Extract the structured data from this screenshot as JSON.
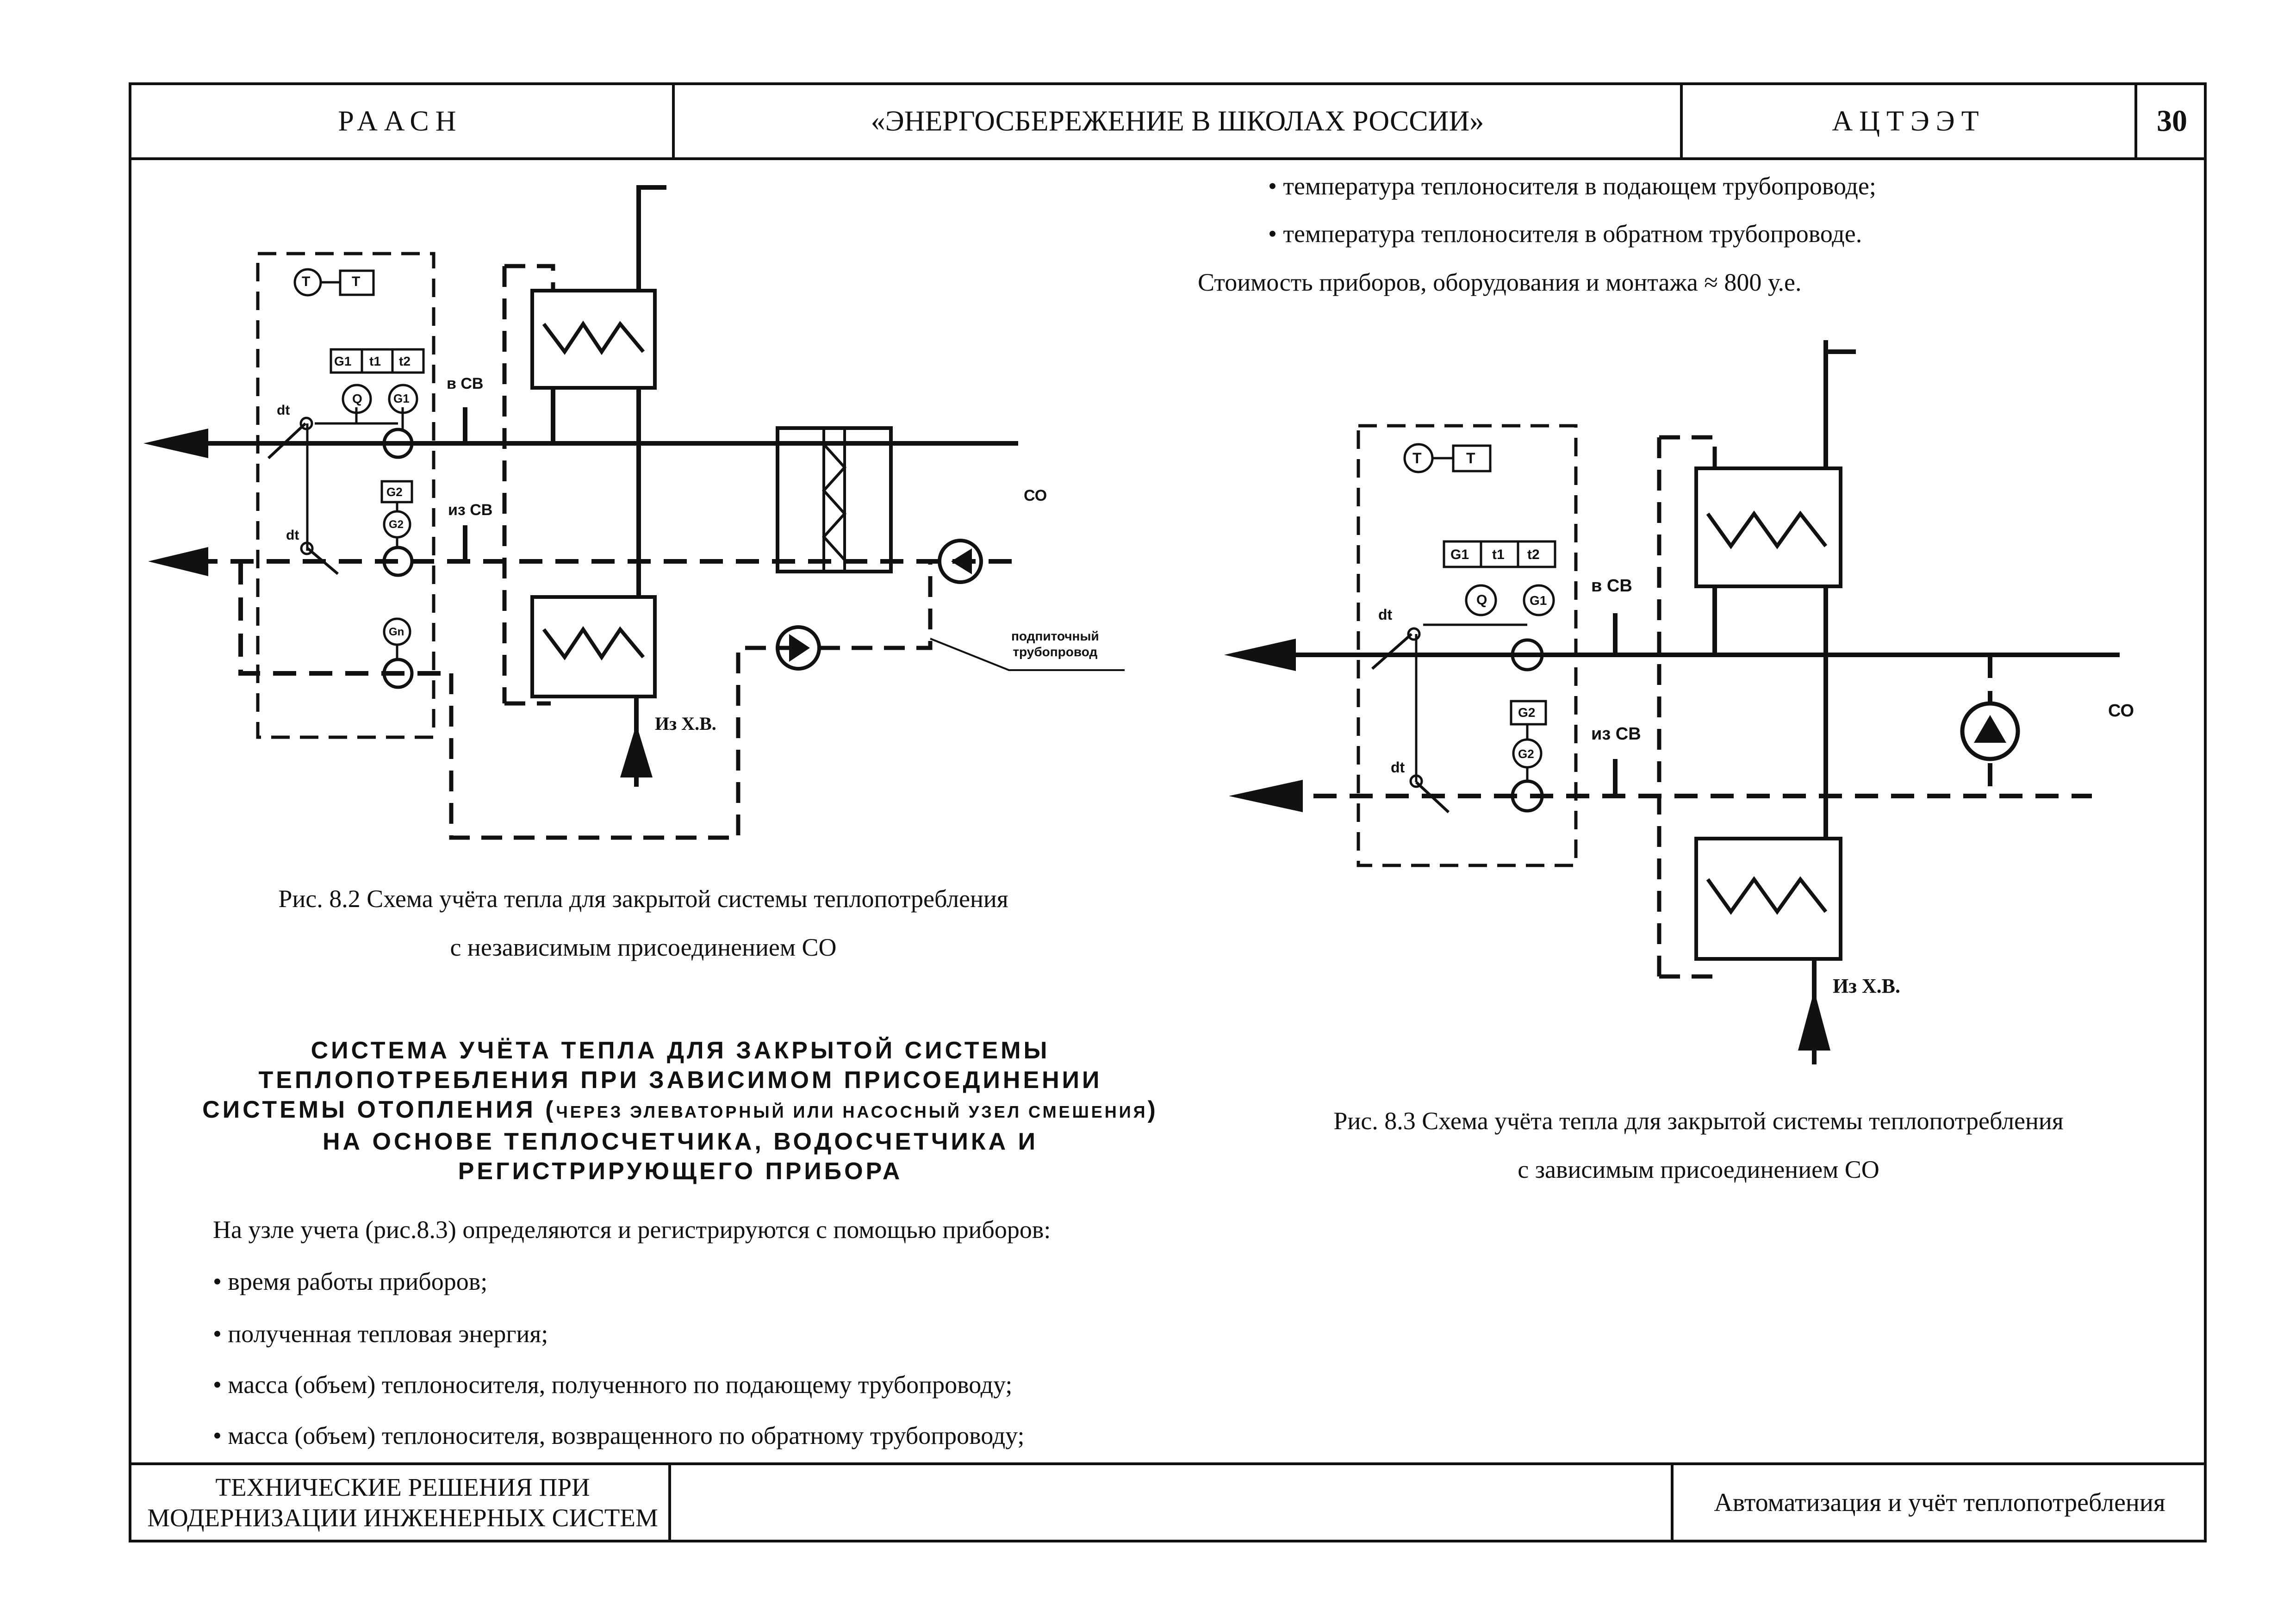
{
  "header": {
    "left": "РААСН",
    "center": "«ЭНЕРГОСБЕРЕЖЕНИЕ В ШКОЛАХ РОССИИ»",
    "right": "АЦТЭЭТ",
    "page_number": "30"
  },
  "footer": {
    "left_line1": "ТЕХНИЧЕСКИЕ РЕШЕНИЯ ПРИ",
    "left_line2": "МОДЕРНИЗАЦИИ ИНЖЕНЕРНЫХ СИСТЕМ",
    "center": "",
    "right": "Автоматизация и учёт теплопотребления"
  },
  "right_text": {
    "bullet1": "• температура теплоносителя в подающем трубопроводе;",
    "bullet2": "• температура теплоносителя в обратном трубопроводе.",
    "cost": "Стоимость приборов, оборудования и монтажа ≈ 800 у.е."
  },
  "figure_8_2": {
    "caption_line1": "Рис. 8.2 Схема учёта тепла для закрытой системы теплопотребления",
    "caption_line2": "с независимым  присоединением СО",
    "labels": {
      "t_left": "T",
      "t_right": "T",
      "g1": "G1",
      "t1": "t1",
      "t2": "t2",
      "q": "Q",
      "g1_circle": "G1",
      "g2": "G2",
      "g2_circle": "G2",
      "gn": "Gn",
      "dt_top": "dt",
      "dt_bottom": "dt",
      "v_sv": "в СВ",
      "iz_sv": "из СВ",
      "co": "СО",
      "makeup_line1": "подпиточный",
      "makeup_line2": "трубопровод",
      "iz_hv": "Из Х.В."
    }
  },
  "figure_8_3": {
    "caption_line1": "Рис. 8.3 Схема учёта тепла для закрытой системы теплопотребления",
    "caption_line2": "с зависимым присоединением СО",
    "labels": {
      "t_left": "T",
      "t_right": "T",
      "g1": "G1",
      "t1": "t1",
      "t2": "t2",
      "q": "Q",
      "g1_circle": "G1",
      "g2": "G2",
      "g2_circle": "G2",
      "dt_top": "dt",
      "dt_bottom": "dt",
      "v_sv": "в СВ",
      "iz_sv": "из СВ",
      "co": "СО",
      "iz_hv": "Из Х.В."
    }
  },
  "section": {
    "heading_part1": "Система учёта тепла для закрытой системы теплопотребления при зависимом присоединении системы отопления (",
    "heading_small": "через элеваторный или насосный узел смешения",
    "heading_part2": ") на основе теплосчетчика, водосчетчика и регистрирующего прибора",
    "intro": "На узле учета (рис.8.3) определяются и регистрируются с помощью приборов:",
    "bullets": [
      "• время работы приборов;",
      "• полученная тепловая энергия;",
      "• масса (объем) теплоносителя, полученного по подающему трубопроводу;",
      "• масса (объем) теплоносителя, возвращенного по обратному трубопроводу;"
    ]
  }
}
